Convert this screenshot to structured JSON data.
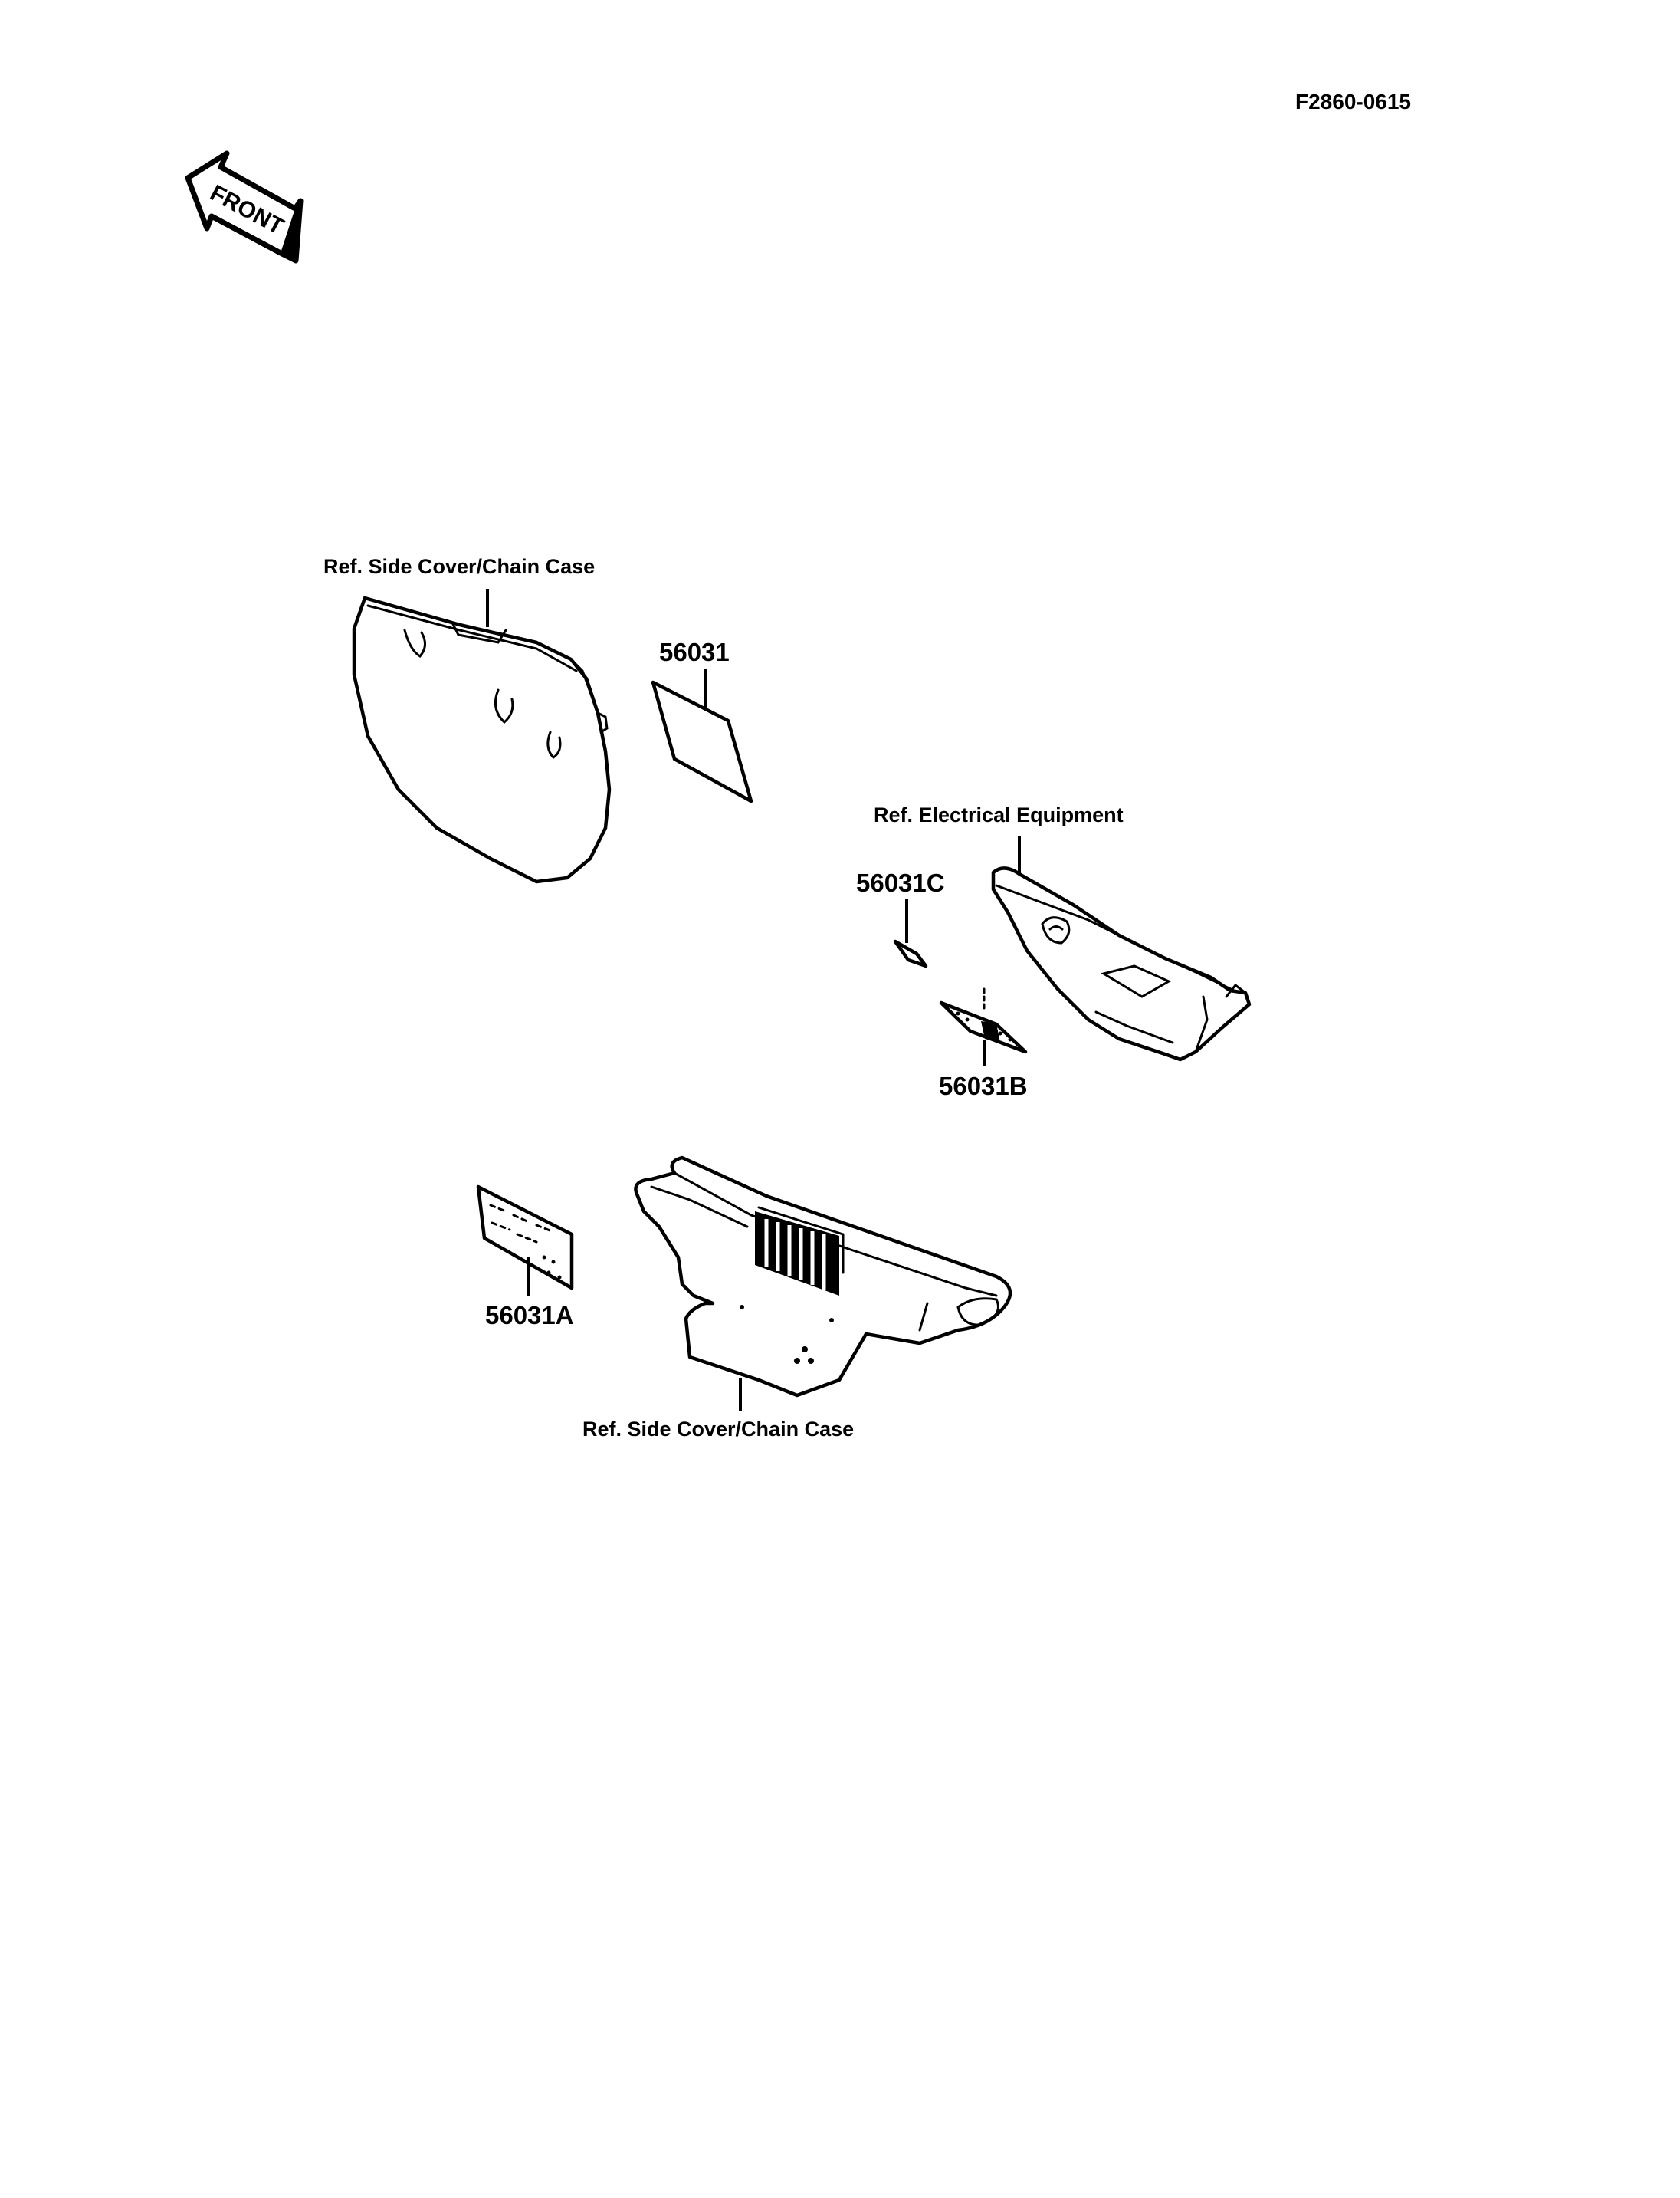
{
  "diagram_code": "F2860-0615",
  "front_arrow_label": "FRONT",
  "refs": {
    "side_cover_top": "Ref. Side Cover/Chain Case",
    "electrical": "Ref. Electrical Equipment",
    "side_cover_bottom": "Ref. Side Cover/Chain Case"
  },
  "parts": {
    "p56031": "56031",
    "p56031A": "56031A",
    "p56031B": "56031B",
    "p56031C": "56031C"
  }
}
